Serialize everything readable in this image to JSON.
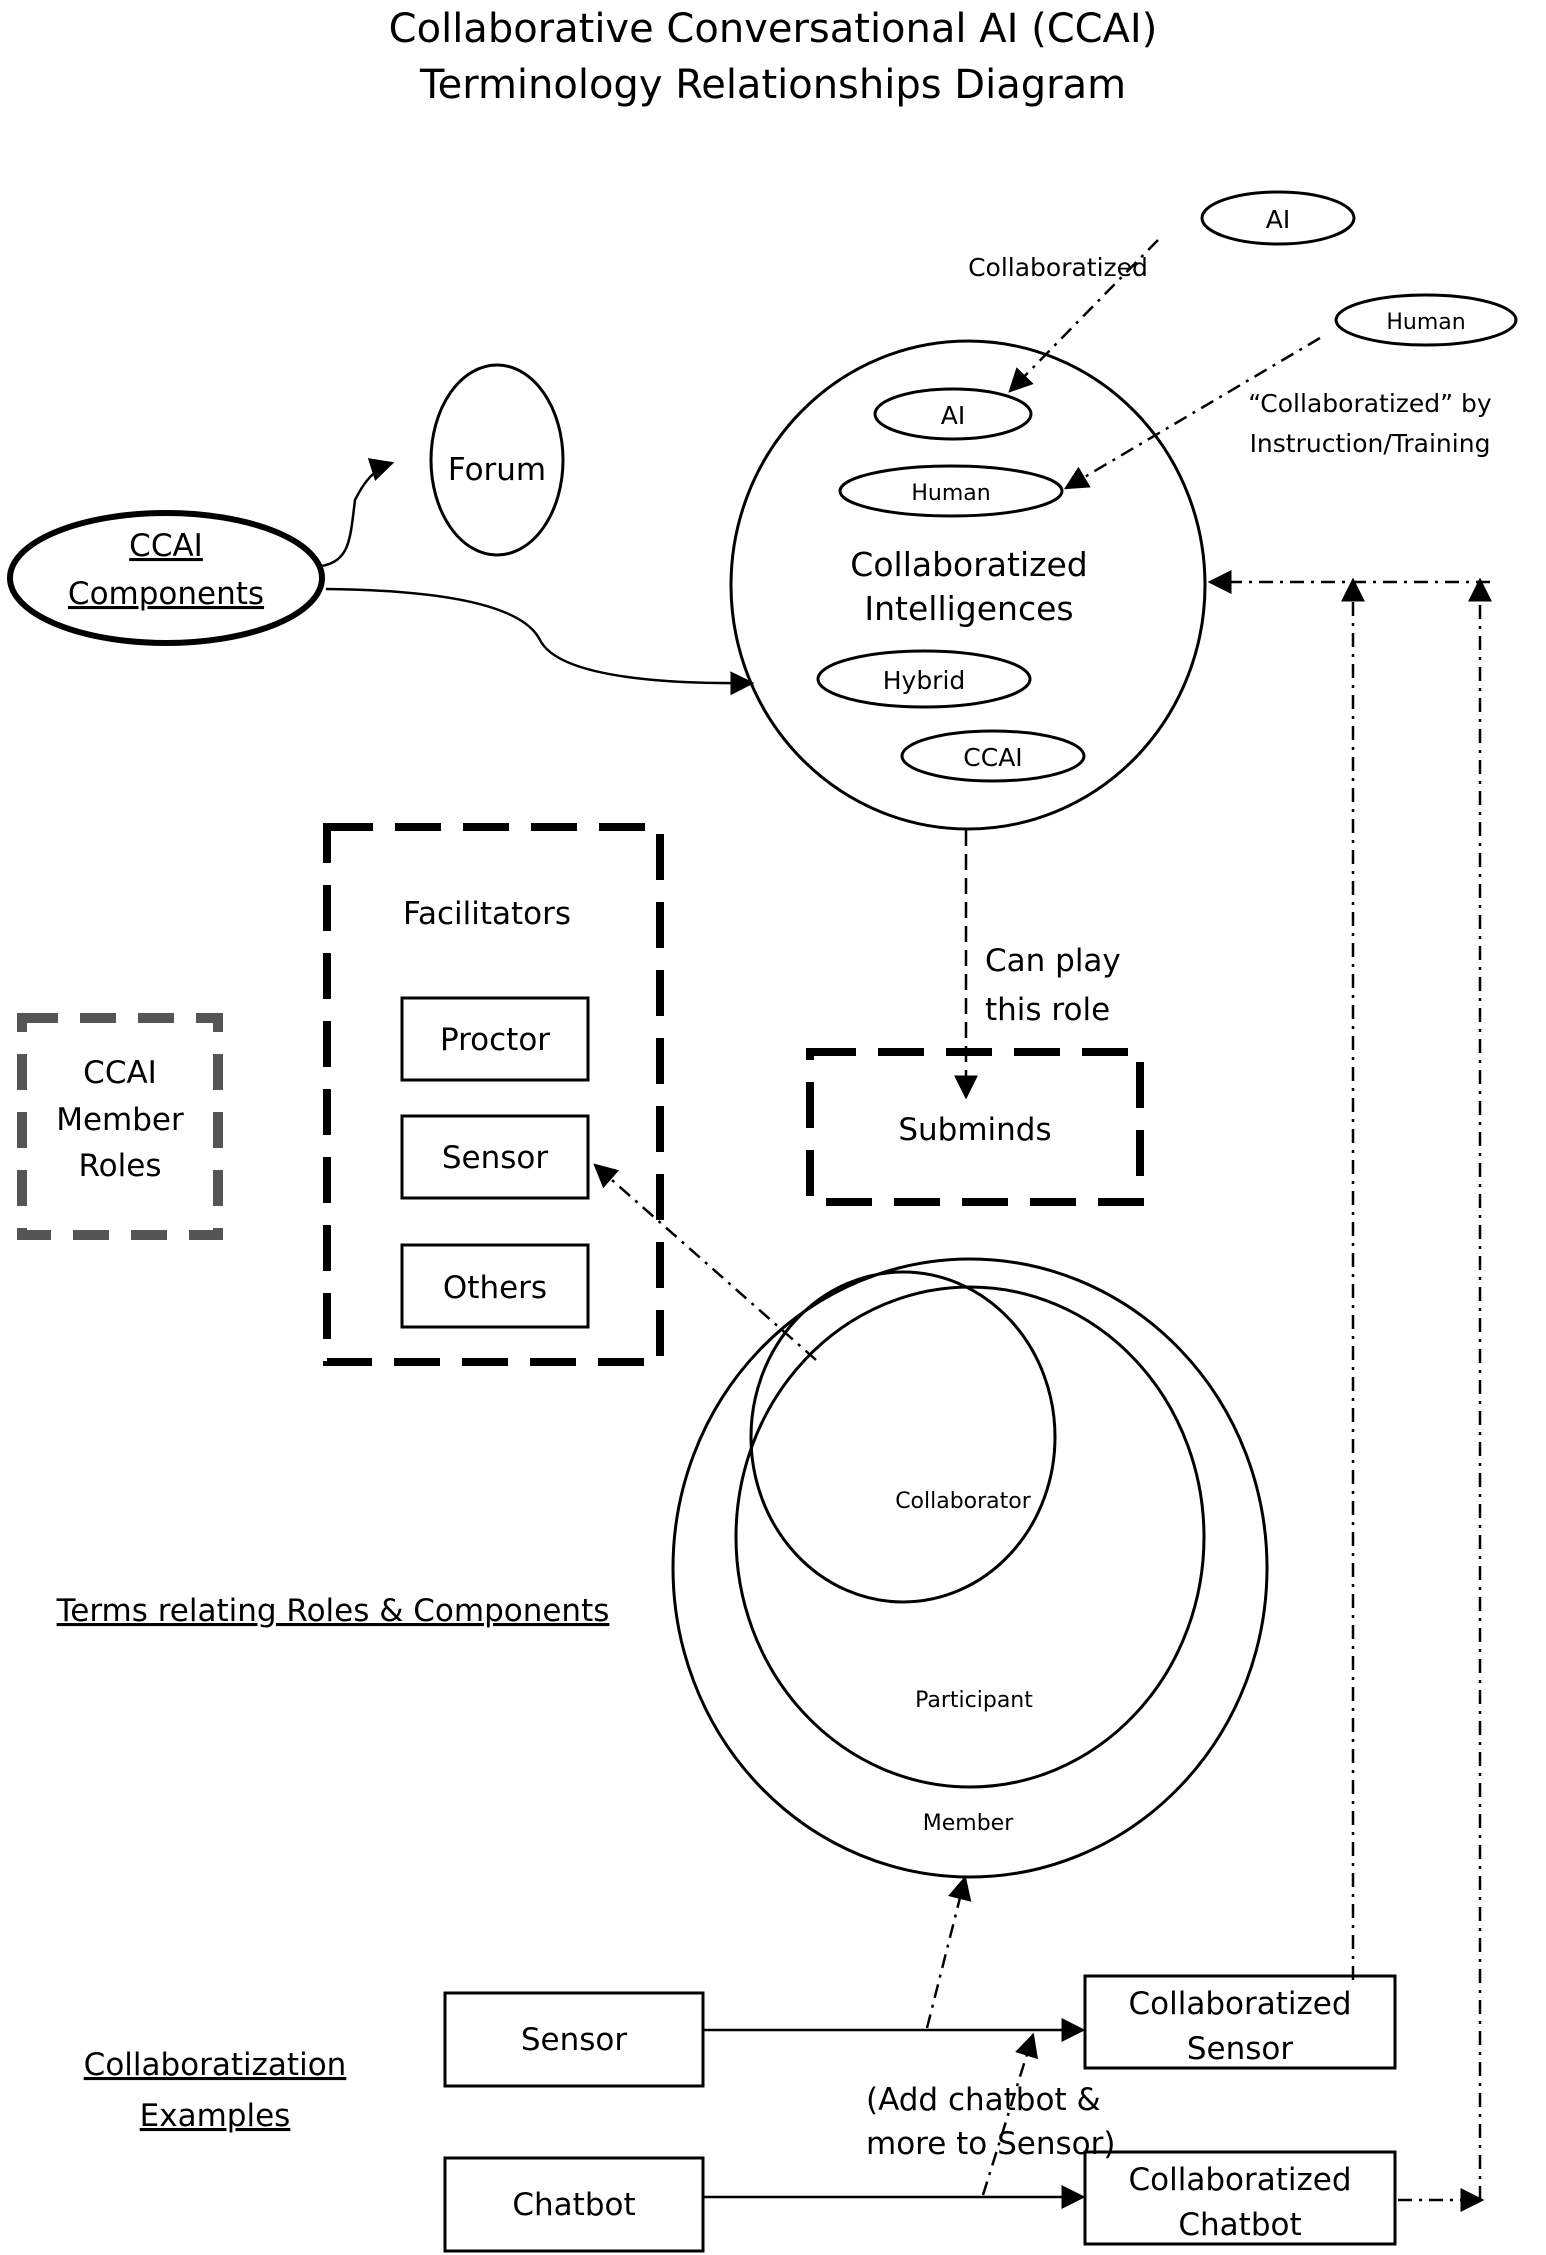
{
  "title": {
    "line1": "Collaborative Conversational AI (CCAI)",
    "line2": "Terminology Relationships Diagram"
  },
  "nodes": {
    "external_ai": "AI",
    "external_human": "Human",
    "forum": "Forum",
    "ccai_components": {
      "line1": "CCAI",
      "line2": "Components"
    },
    "collaborated_intelligences": {
      "line1": "Collaboratized",
      "line2": "Intelligences",
      "members": [
        "AI",
        "Human",
        "Hybrid",
        "CCAI"
      ]
    },
    "facilitators": {
      "label": "Facilitators",
      "items": [
        "Proctor",
        "Sensor",
        "Others"
      ]
    },
    "ccai_member_roles": {
      "line1": "CCAI",
      "line2": "Member",
      "line3": "Roles"
    },
    "subminds": "Subminds",
    "role_circles": {
      "inner": "Collaborator",
      "middle": "Participant",
      "outer": "Member"
    },
    "examples": {
      "sensor": "Sensor",
      "chatbot": "Chatbot",
      "collab_sensor": {
        "line1": "Collaboratized",
        "line2": "Sensor"
      },
      "collab_chatbot": {
        "line1": "Collaboratized",
        "line2": "Chatbot"
      }
    }
  },
  "labels": {
    "collaboratized": "Collaboratized",
    "collaboratized_by": {
      "line1": "“Collaboratized” by",
      "line2": "Instruction/Training"
    },
    "can_play": {
      "line1": "Can play",
      "line2": "this role"
    },
    "terms_relating": "Terms relating Roles & Components",
    "collab_examples": {
      "line1": "Collaboratization",
      "line2": "Examples"
    },
    "add_chatbot": {
      "line1": "(Add  chatbot &",
      "line2": "more  to  Sensor)"
    }
  }
}
